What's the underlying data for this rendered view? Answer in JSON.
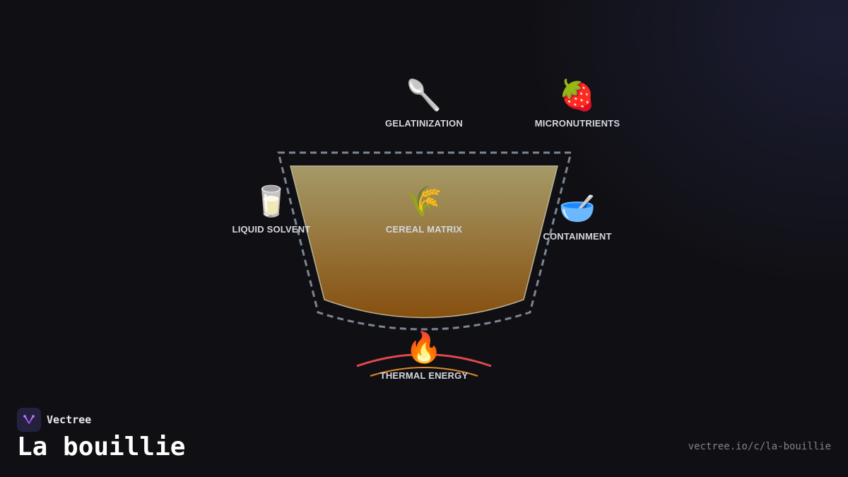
{
  "diagram": {
    "nodes": {
      "gelatinization": {
        "icon": "spoon-icon",
        "emoji": "🥄",
        "label": "GELATINIZATION"
      },
      "micronutrients": {
        "icon": "strawberry-icon",
        "emoji": "🍓",
        "label": "MICRONUTRIENTS"
      },
      "liquid_solvent": {
        "icon": "milk-glass-icon",
        "emoji": "🥛",
        "label": "LIQUID SOLVENT"
      },
      "cereal_matrix": {
        "icon": "wheat-icon",
        "emoji": "🌾",
        "label": "CEREAL MATRIX"
      },
      "containment": {
        "icon": "bowl-with-spoon-icon",
        "emoji": "🥣",
        "label": "CONTAINMENT"
      },
      "thermal_energy": {
        "icon": "fire-icon",
        "emoji": "🔥",
        "label": "THERMAL ENERGY"
      }
    },
    "colors": {
      "bowl_outline": "#7c8596",
      "porridge_top": "#a59a68",
      "porridge_bottom": "#87500e",
      "heat_outer": "#e0484a",
      "heat_inner": "#e08a2a",
      "label": "#d4d7de"
    }
  },
  "footer": {
    "brand_name": "Vectree",
    "brand_icon": "vectree-logo-icon",
    "title": "La bouillie",
    "url": "vectree.io/c/la-bouillie"
  }
}
